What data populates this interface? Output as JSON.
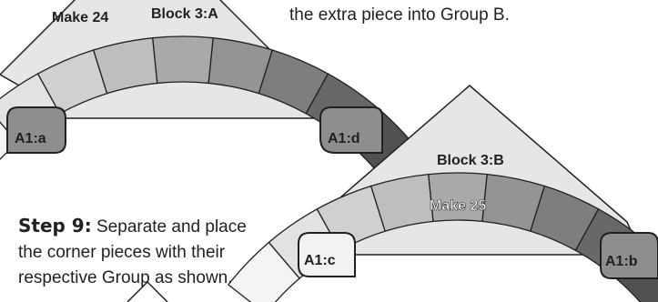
{
  "intro_text": "the extra piece into Group B.",
  "step": {
    "title": "Step 9:",
    "text_line1": " Separate and place",
    "text_line2": "the corner pieces with their",
    "text_line3": "respective Group as shown."
  },
  "block_a": {
    "name": "Block 3:A",
    "make": "Make 24",
    "corner_left": "A1:a",
    "corner_right": "A1:d"
  },
  "block_b": {
    "name": "Block 3:B",
    "make": "Make 25",
    "corner_left": "A1:c",
    "corner_right": "A1:b"
  },
  "colors": {
    "triangle_fill": "#e6e6e7",
    "corner_fill_dark": "#8d8e90",
    "corner_fill_light": "#f2f2f2",
    "outline": "#231f20",
    "segments": [
      "#f4f4f4",
      "#e2e2e3",
      "#cfd0d1",
      "#bdbebf",
      "#a8a9ab",
      "#939496",
      "#7d7e80",
      "#67686a",
      "#505153"
    ]
  }
}
